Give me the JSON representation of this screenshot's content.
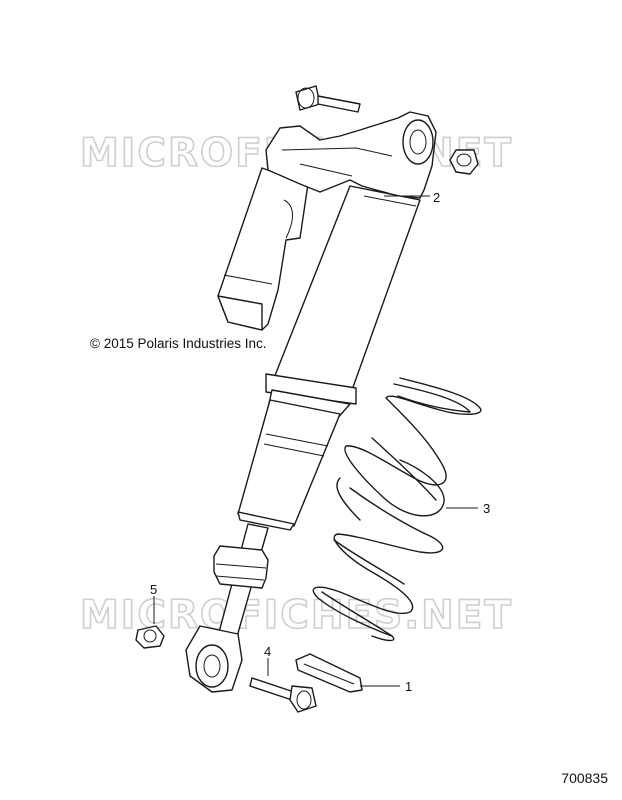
{
  "watermark": "MICROFICHES.NET",
  "copyright": "© 2015 Polaris Industries Inc.",
  "part_number": "700835",
  "callouts": [
    "1",
    "2",
    "3",
    "4",
    "5"
  ]
}
